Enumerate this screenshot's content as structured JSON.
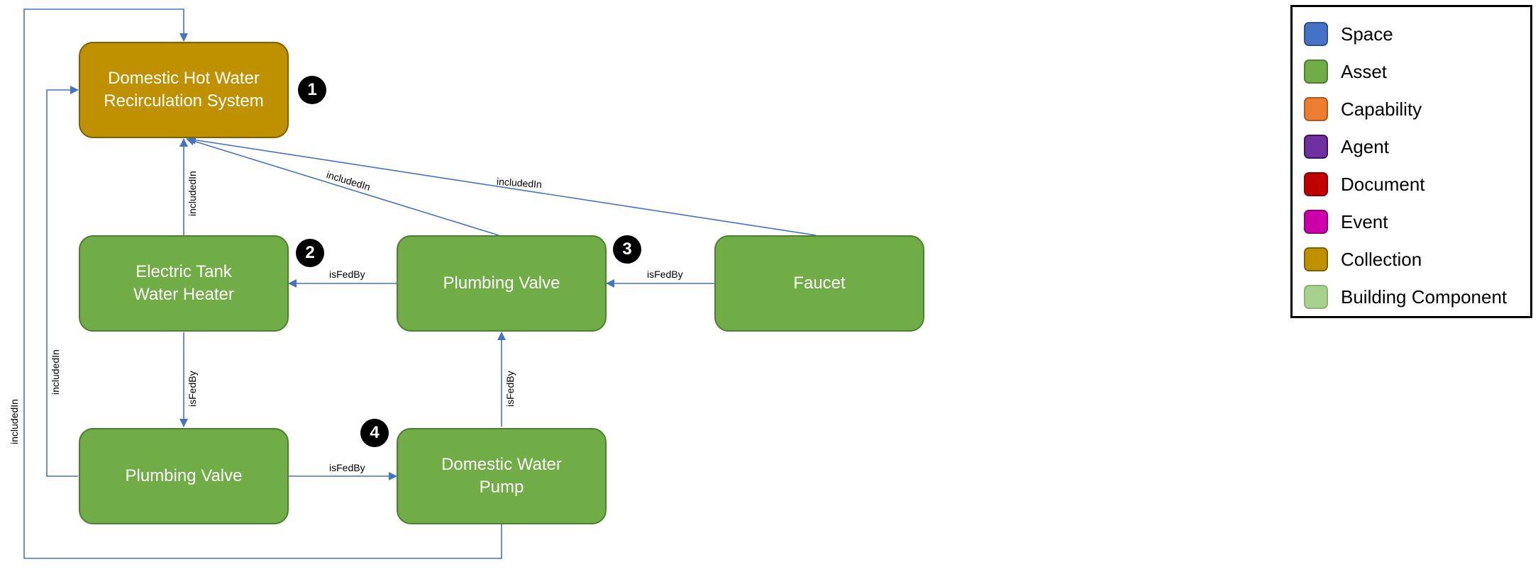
{
  "colors": {
    "collection_fill": "#BF9000",
    "collection_border": "#7F6000",
    "asset_fill": "#70AD47",
    "asset_border": "#507E32",
    "edge": "#4472C4",
    "badge": "#000000"
  },
  "nodes": {
    "recirc_system": "Domestic Hot Water\nRecirculation System",
    "water_heater": "Electric Tank\nWater Heater",
    "valve_top": "Plumbing Valve",
    "faucet": "Faucet",
    "valve_bottom": "Plumbing Valve",
    "pump": "Domestic Water\nPump"
  },
  "badges": [
    "1",
    "2",
    "3",
    "4"
  ],
  "edges": [
    {
      "from": "water_heater",
      "to": "recirc_system",
      "label": "includedIn"
    },
    {
      "from": "valve_top",
      "to": "recirc_system",
      "label": "includedIn"
    },
    {
      "from": "faucet",
      "to": "recirc_system",
      "label": "includedIn"
    },
    {
      "from": "valve_top",
      "to": "water_heater",
      "label": "isFedBy"
    },
    {
      "from": "faucet",
      "to": "valve_top",
      "label": "isFedBy"
    },
    {
      "from": "water_heater",
      "to": "valve_bottom",
      "label": "isFedBy"
    },
    {
      "from": "pump",
      "to": "valve_top",
      "label": "isFedBy"
    },
    {
      "from": "valve_bottom",
      "to": "pump",
      "label": "isFedBy"
    },
    {
      "from": "valve_bottom",
      "to": "recirc_system",
      "label": "includedIn"
    },
    {
      "from": "pump",
      "to": "recirc_system",
      "label": "includedIn"
    }
  ],
  "legend": [
    {
      "label": "Space",
      "fill": "#4472C4",
      "border": "#2F528F"
    },
    {
      "label": "Asset",
      "fill": "#70AD47",
      "border": "#507E32"
    },
    {
      "label": "Capability",
      "fill": "#ED7D31",
      "border": "#AE5A21"
    },
    {
      "label": "Agent",
      "fill": "#7030A0",
      "border": "#3B1657"
    },
    {
      "label": "Document",
      "fill": "#C00000",
      "border": "#8B0000"
    },
    {
      "label": "Event",
      "fill": "#CC00AA",
      "border": "#8C0075"
    },
    {
      "label": "Collection",
      "fill": "#BF9000",
      "border": "#7F6000"
    },
    {
      "label": "Building Component",
      "fill": "#A9D18E",
      "border": "#8BB46F"
    }
  ]
}
